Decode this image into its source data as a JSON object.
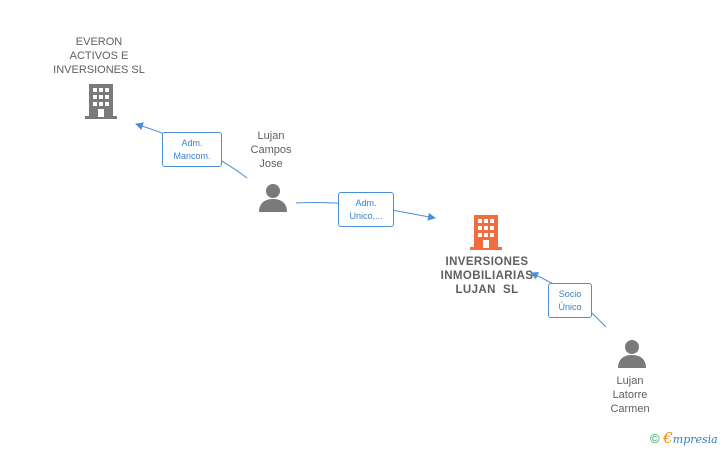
{
  "nodes": {
    "everon": {
      "label_lines": [
        "EVERON",
        "ACTIVOS E",
        "INVERSIONES SL"
      ],
      "type": "company",
      "color": "#7a7a7a"
    },
    "lujan_campos": {
      "label_lines": [
        "Lujan",
        "Campos",
        "Jose"
      ],
      "type": "person",
      "color": "#7a7a7a"
    },
    "inversiones": {
      "label_lines": [
        "INVERSIONES",
        "INMOBILIARIAS",
        "LUJAN  SL"
      ],
      "type": "company",
      "color": "#f26d3d"
    },
    "lujan_latorre": {
      "label_lines": [
        "Lujan",
        "Latorre",
        "Carmen"
      ],
      "type": "person",
      "color": "#7a7a7a"
    }
  },
  "edges": {
    "e1": {
      "label_lines": [
        "Adm.",
        "Mancom."
      ]
    },
    "e2": {
      "label_lines": [
        "Adm.",
        "Unico,..."
      ]
    },
    "e3": {
      "label_lines": [
        "Socio",
        "Único"
      ]
    }
  },
  "edge_color": "#4a8fd8",
  "brand": {
    "copyright": "©",
    "initial": "€",
    "rest": "mpresia"
  }
}
